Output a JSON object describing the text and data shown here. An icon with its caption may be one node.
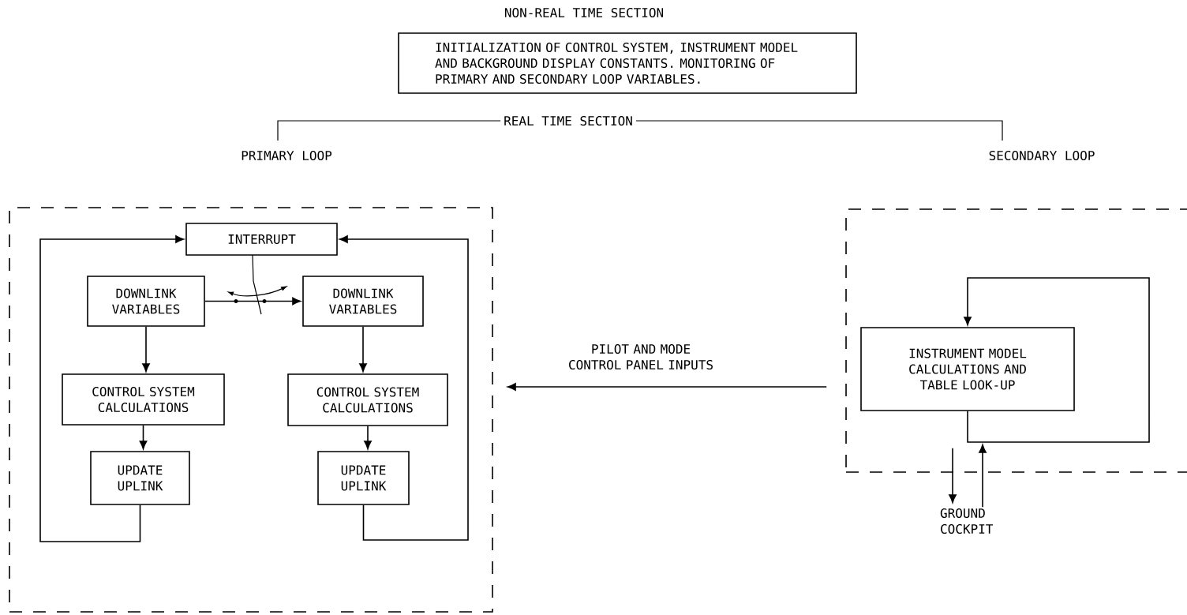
{
  "diagram": {
    "nodes": [
      {
        "text": [
          "NON-REAL TIME SECTION",
          "INITIALIZATION OF CONTROL SYSTEM, INSTRUMENT MODEL AND BACKGROUND DISPLAY CONSTANTS. MONITORING OF PRIMARY AND SECONDARY LOOP VARIABLES."
        ]
      },
      {
        "text": [
          "PRIMARY LOOP"
        ]
      },
      {
        "text": [
          "INTERRUPT"
        ],
        "in": 1
      },
      {
        "text": [
          "DOWNLINK VARIABLES"
        ],
        "in": 1
      },
      {
        "text": [
          "DOWNLINK VARIABLES"
        ],
        "in": 1
      },
      {
        "text": [
          "CONTROL SYSTEM CALCULATIONS"
        ],
        "in": 1
      },
      {
        "text": [
          "CONTROL SYSTEM CALCULATIONS"
        ],
        "in": 1
      },
      {
        "text": [
          "UPDATE UPLINK"
        ],
        "in": 1
      },
      {
        "text": [
          "UPDATE UPLINK"
        ],
        "in": 1
      },
      {
        "text": [
          "SECONDARY LOOP"
        ]
      },
      {
        "text": [
          "INSTRUMENT MODEL CALCULATIONS AND TABLE LOOK-UP"
        ],
        "in": 9
      },
      {
        "text": [
          "GROUND COCKPIT"
        ]
      }
    ],
    "edges": [
      {
        "from": 3,
        "to": 4,
        "arrow": "to"
      },
      {
        "from": 3,
        "to": 5,
        "arrow": "to"
      },
      {
        "from": 5,
        "to": 7,
        "arrow": "to"
      },
      {
        "from": 7,
        "to": 2,
        "arrow": "to"
      },
      {
        "from": 4,
        "to": 6,
        "arrow": "to"
      },
      {
        "from": 6,
        "to": 8,
        "arrow": "to"
      },
      {
        "from": 8,
        "to": 2,
        "arrow": "to"
      },
      {
        "from": 10,
        "to": 10,
        "arrow": "to"
      },
      {
        "from": 9,
        "to": 1,
        "arrow": "to",
        "label": "PILOT AND MODE CONTROL PANEL INPUTS"
      },
      {
        "from": 10,
        "to": 11,
        "arrow": "to"
      },
      {
        "from": 11,
        "to": 10,
        "arrow": "to"
      }
    ],
    "labels": [
      "REAL TIME SECTION"
    ]
  }
}
